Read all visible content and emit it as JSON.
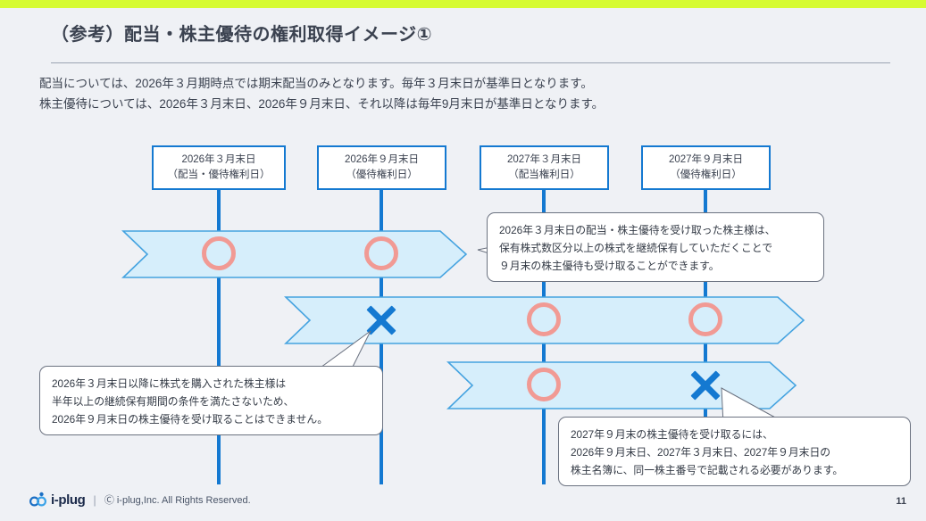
{
  "theme": {
    "accent_bar": "#d6fb33",
    "primary_blue": "#1479d1",
    "band_fill": "#d6eefb",
    "marker_ok": "#f19a94",
    "background": "#eff1f5",
    "text": "#3b4250"
  },
  "header": {
    "title": "（参考）配当・株主優待の権利取得イメージ①"
  },
  "lead": {
    "line1": "配当については、2026年３月期時点では期末配当のみとなります。毎年３月末日が基準日となります。",
    "line2": "株主優待については、2026年３月末日、2026年９月末日、それ以降は毎年9月末日が基準日となります。"
  },
  "timeline": {
    "date_boxes": [
      {
        "name": "date-box-1",
        "line1": "2026年３月末日",
        "line2": "（配当・優待権利日）"
      },
      {
        "name": "date-box-2",
        "line1": "2026年９月末日",
        "line2": "（優待権利日）"
      },
      {
        "name": "date-box-3",
        "line1": "2027年３月末日",
        "line2": "（配当権利日）"
      },
      {
        "name": "date-box-4",
        "line1": "2027年９月末日",
        "line2": "（優待権利日）"
      }
    ],
    "bands": [
      {
        "name": "holding-band-1",
        "markers": [
          {
            "type": "circle",
            "at": "2026年３月末日"
          },
          {
            "type": "circle",
            "at": "2026年９月末日"
          }
        ]
      },
      {
        "name": "holding-band-2",
        "markers": [
          {
            "type": "cross",
            "at": "2026年９月末日"
          },
          {
            "type": "circle",
            "at": "2027年３月末日"
          },
          {
            "type": "circle",
            "at": "2027年９月末日"
          }
        ]
      },
      {
        "name": "holding-band-3",
        "markers": [
          {
            "type": "circle",
            "at": "2027年３月末日"
          },
          {
            "type": "cross",
            "at": "2027年９月末日"
          }
        ]
      }
    ]
  },
  "callouts": [
    {
      "name": "callout-continued-holding",
      "line1": "2026年３月末日の配当・株主優待を受け取った株主様は、",
      "line2": "保有株式数区分以上の株式を継続保有していただくことで",
      "line3": "９月末の株主優待も受け取ることができます。"
    },
    {
      "name": "callout-not-eligible-2026",
      "line1": "2026年３月末日以降に株式を購入された株主様は",
      "line2": "半年以上の継続保有期間の条件を満たさないため、",
      "line3": "2026年９月末日の株主優待を受け取ることはできません。"
    },
    {
      "name": "callout-same-shareholder-number",
      "line1": "2027年９月末の株主優待を受け取るには、",
      "line2": "2026年９月末日、2027年３月末日、2027年９月末日の",
      "line3": "株主名簿に、同一株主番号で記載される必要があります。"
    }
  ],
  "footer": {
    "brand": "i-plug",
    "separator": "|",
    "copyright": "Ⓒ i-plug,Inc. All Rights Reserved.",
    "page_number": "11"
  }
}
